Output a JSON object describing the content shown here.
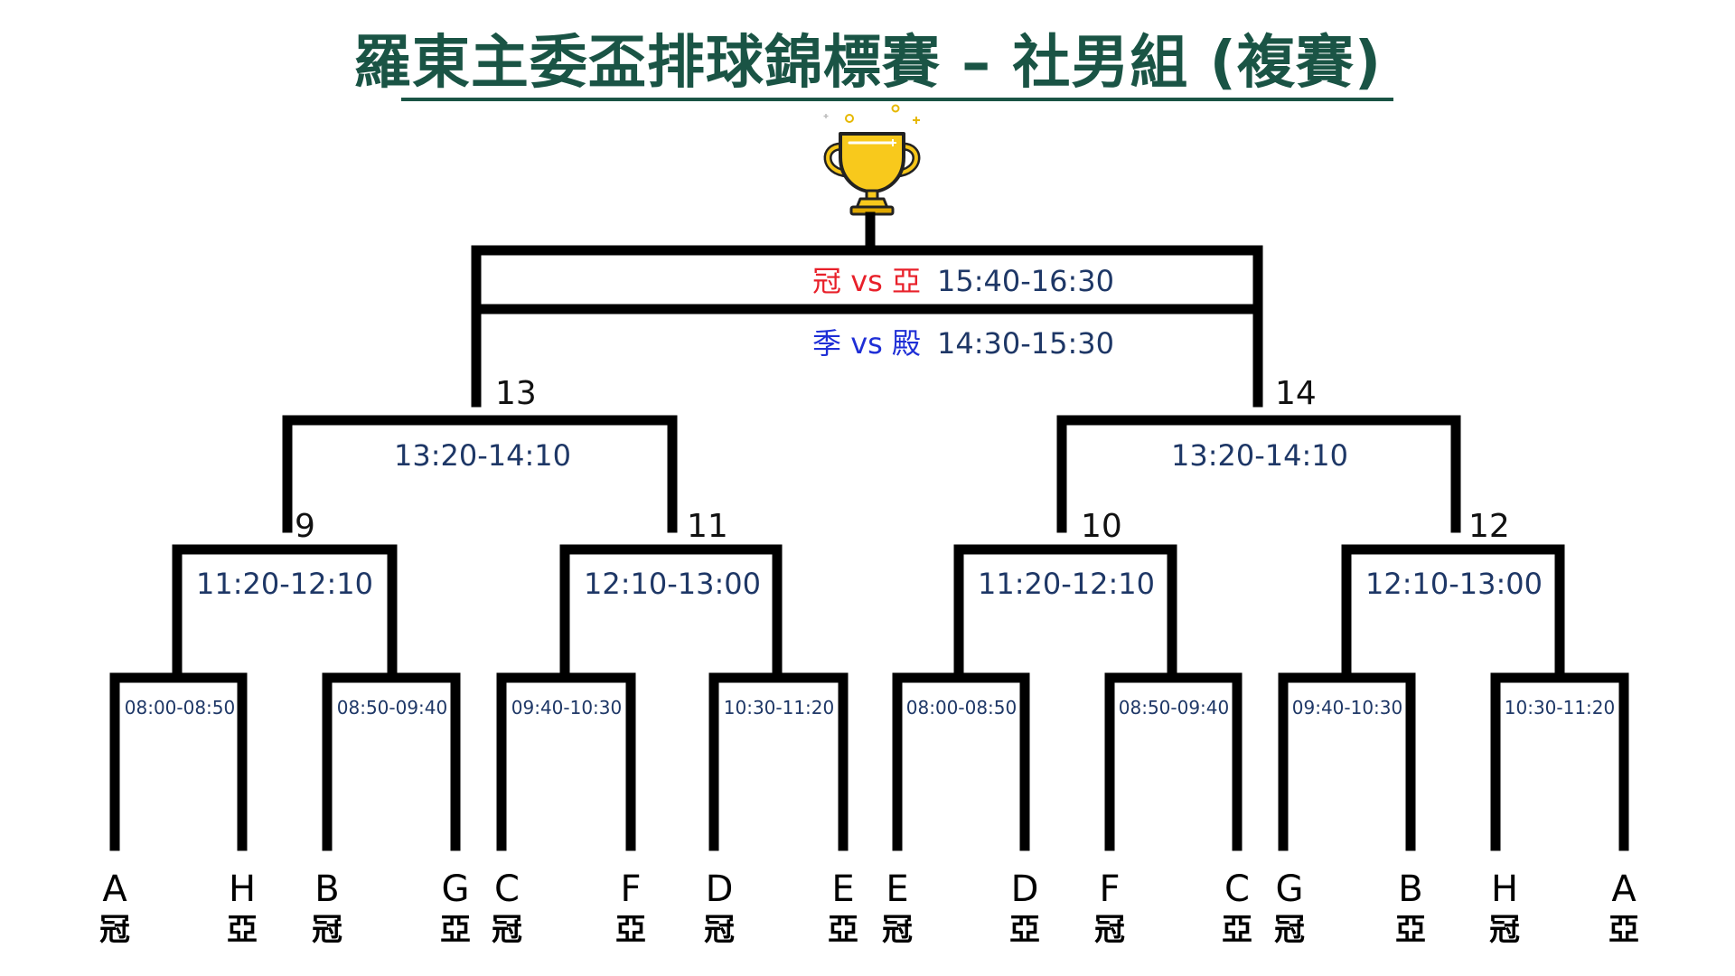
{
  "title": "羅東主委盃排球錦標賽 – 社男組 (複賽)",
  "trophy_icon": "trophy-icon",
  "colors": {
    "title": "#1a5445",
    "line": "#000000",
    "time": "#1e3766",
    "final_red": "#e8202a",
    "final_blue": "#1f2fd6"
  },
  "final": {
    "champ_match": {
      "label": "冠 vs 亞",
      "time": "15:40-16:30"
    },
    "third_match": {
      "label": "季 vs 殿",
      "time": "14:30-15:30"
    }
  },
  "semis": [
    {
      "number": "13",
      "time": "13:20-14:10"
    },
    {
      "number": "14",
      "time": "13:20-14:10"
    }
  ],
  "quarters": [
    {
      "number": "9",
      "time": "11:20-12:10"
    },
    {
      "number": "11",
      "time": "12:10-13:00"
    },
    {
      "number": "10",
      "time": "11:20-12:10"
    },
    {
      "number": "12",
      "time": "12:10-13:00"
    }
  ],
  "first_round": [
    {
      "time": "08:00-08:50"
    },
    {
      "time": "08:50-09:40"
    },
    {
      "time": "09:40-10:30"
    },
    {
      "time": "10:30-11:20"
    },
    {
      "time": "08:00-08:50"
    },
    {
      "time": "08:50-09:40"
    },
    {
      "time": "09:40-10:30"
    },
    {
      "time": "10:30-11:20"
    }
  ],
  "teams": [
    {
      "letter": "A",
      "rank": "冠"
    },
    {
      "letter": "H",
      "rank": "亞"
    },
    {
      "letter": "B",
      "rank": "冠"
    },
    {
      "letter": "G",
      "rank": "亞"
    },
    {
      "letter": "C",
      "rank": "冠"
    },
    {
      "letter": "F",
      "rank": "亞"
    },
    {
      "letter": "D",
      "rank": "冠"
    },
    {
      "letter": "E",
      "rank": "亞"
    },
    {
      "letter": "E",
      "rank": "冠"
    },
    {
      "letter": "D",
      "rank": "亞"
    },
    {
      "letter": "F",
      "rank": "冠"
    },
    {
      "letter": "C",
      "rank": "亞"
    },
    {
      "letter": "G",
      "rank": "冠"
    },
    {
      "letter": "B",
      "rank": "亞"
    },
    {
      "letter": "H",
      "rank": "冠"
    },
    {
      "letter": "A",
      "rank": "亞"
    }
  ]
}
